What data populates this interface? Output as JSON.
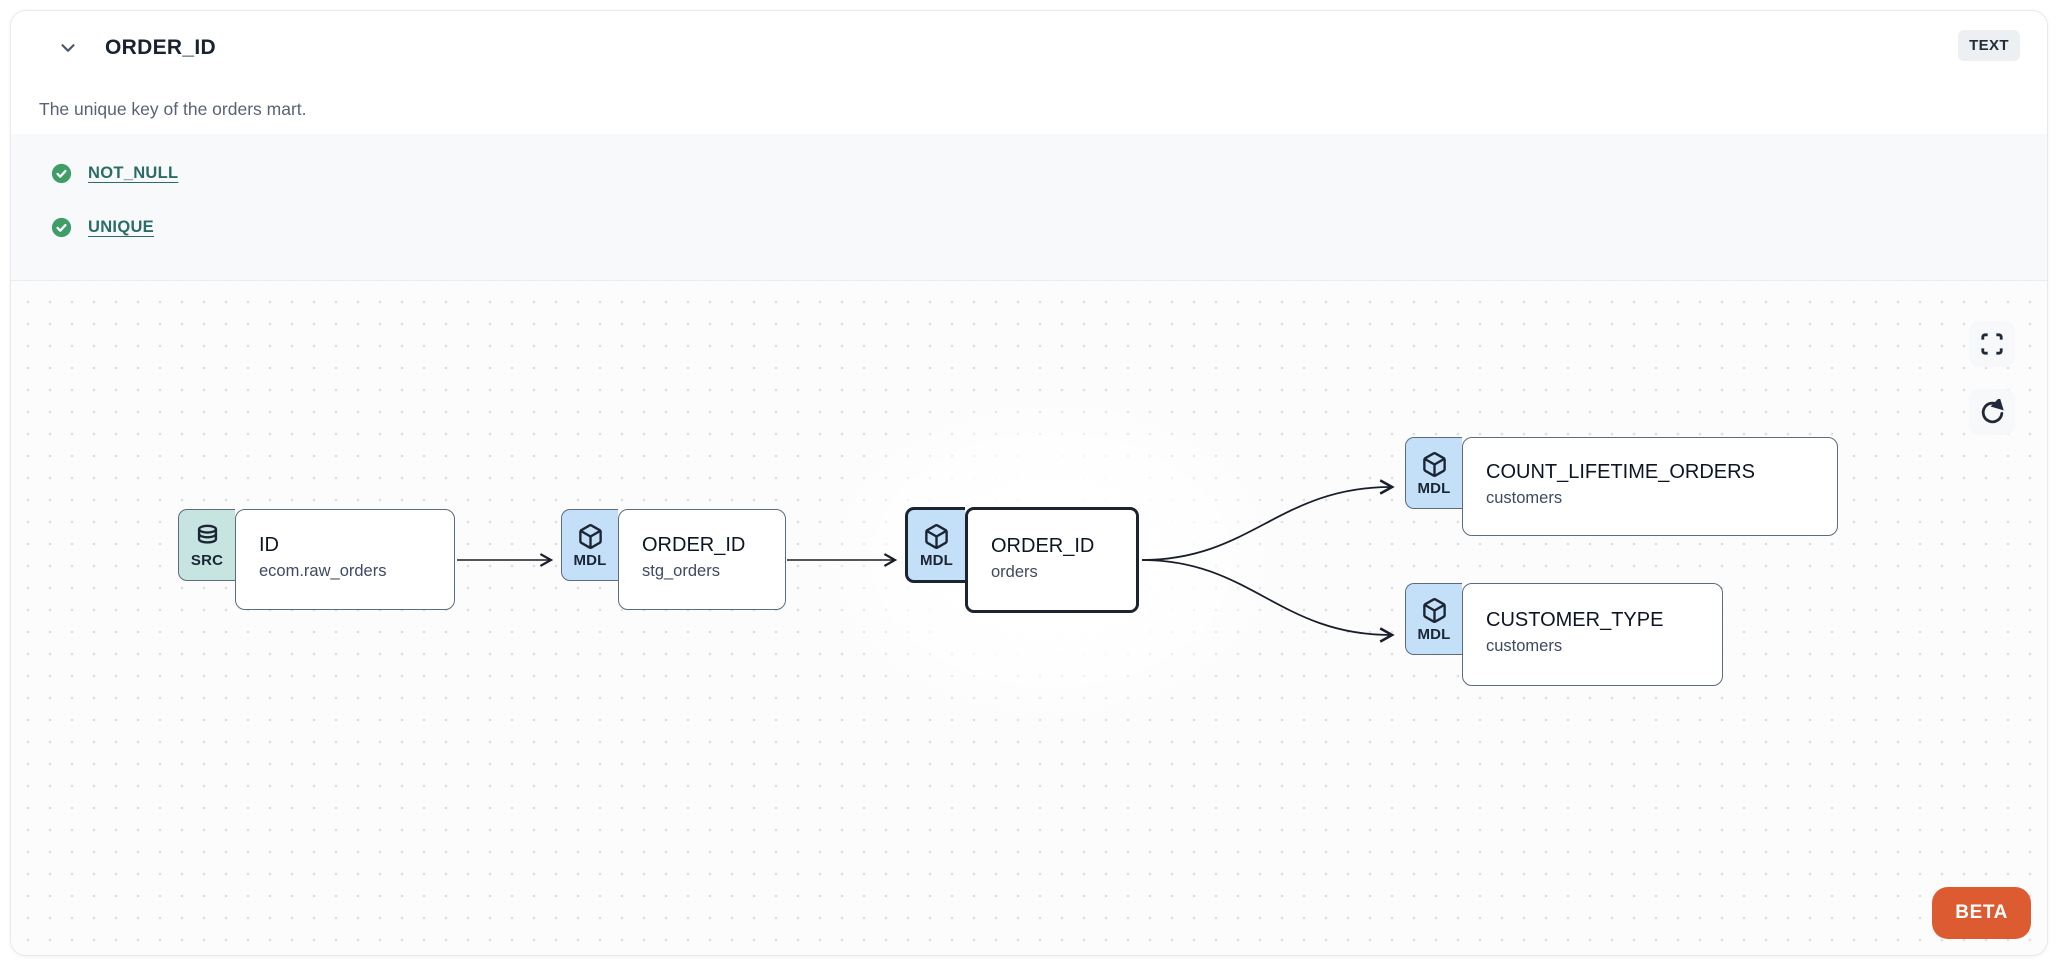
{
  "header": {
    "title": "ORDER_ID",
    "description": "The unique key of the orders mart.",
    "type_badge": "TEXT"
  },
  "tests": [
    {
      "label": "NOT_NULL",
      "status": "pass"
    },
    {
      "label": "UNIQUE",
      "status": "pass"
    }
  ],
  "lineage": {
    "nodes": [
      {
        "kind": "SRC",
        "icon": "database-icon",
        "title": "ID",
        "subtitle": "ecom.raw_orders",
        "selected": false
      },
      {
        "kind": "MDL",
        "icon": "cube-icon",
        "title": "ORDER_ID",
        "subtitle": "stg_orders",
        "selected": false
      },
      {
        "kind": "MDL",
        "icon": "cube-icon",
        "title": "ORDER_ID",
        "subtitle": "orders",
        "selected": true
      },
      {
        "kind": "MDL",
        "icon": "cube-icon",
        "title": "COUNT_LIFETIME_ORDERS",
        "subtitle": "customers",
        "selected": false
      },
      {
        "kind": "MDL",
        "icon": "cube-icon",
        "title": "CUSTOMER_TYPE",
        "subtitle": "customers",
        "selected": false
      }
    ],
    "edges": [
      {
        "from": 0,
        "to": 1
      },
      {
        "from": 1,
        "to": 2
      },
      {
        "from": 2,
        "to": 3
      },
      {
        "from": 2,
        "to": 4
      }
    ],
    "beta_label": "BETA"
  },
  "icons": {
    "chevron": "chevron-down-icon",
    "check": "check-circle-icon",
    "fullscreen": "fullscreen-icon",
    "refresh": "refresh-icon"
  },
  "colors": {
    "beta_orange": "#DC5B31",
    "check_green": "#3F9E68",
    "test_link_teal": "#2B6D66",
    "src_tab_teal": "#C6E5E1",
    "mdl_tab_blue": "#C4E0F8",
    "selected_border": "#1C2331",
    "node_border": "#5D6B7E",
    "badge_bg": "#EDF0F3"
  }
}
